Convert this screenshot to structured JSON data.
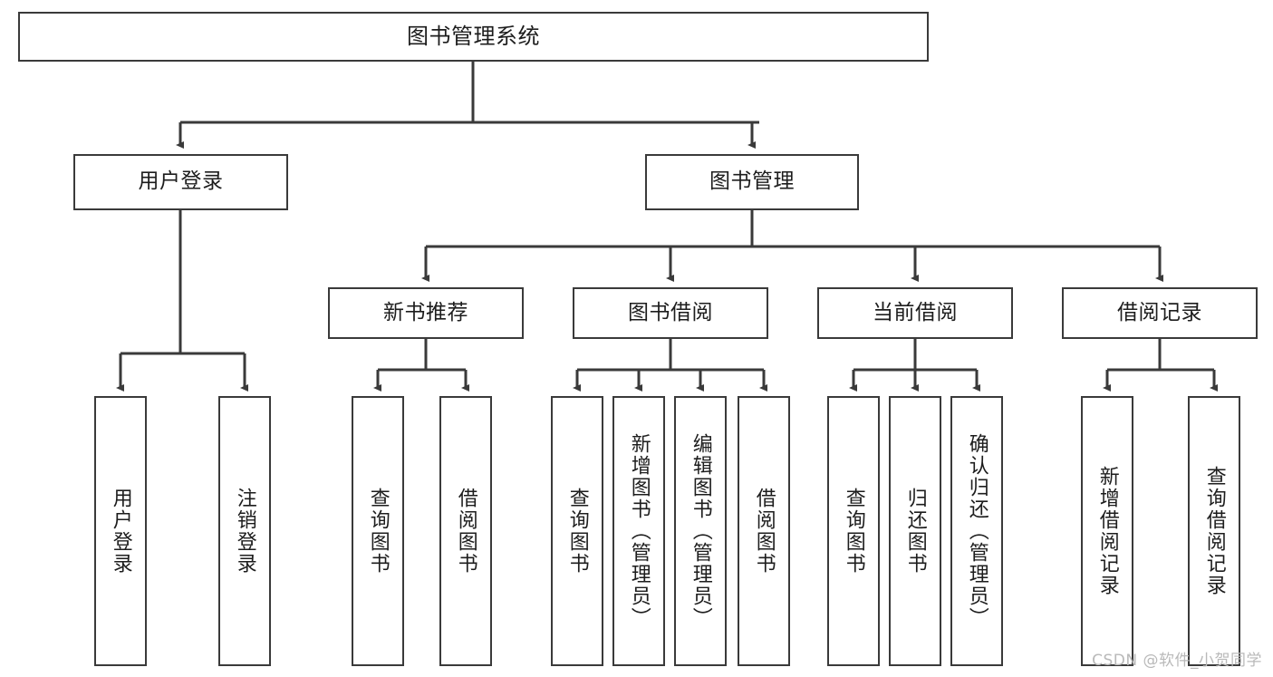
{
  "diagram": {
    "title": "图书管理系统",
    "type": "tree-hierarchy",
    "watermark": "CSDN @软件_小贺同学",
    "colors": {
      "box_border": "#3a3a3a",
      "box_fill": "#ffffff",
      "edge": "#3a3a3a",
      "text": "#1d1d1d",
      "watermark": "#b9b9b9"
    },
    "root": {
      "label": "图书管理系统"
    },
    "level2": [
      {
        "label": "用户登录"
      },
      {
        "label": "图书管理"
      }
    ],
    "level3": [
      {
        "label": "新书推荐"
      },
      {
        "label": "图书借阅"
      },
      {
        "label": "当前借阅"
      },
      {
        "label": "借阅记录"
      }
    ],
    "leaves": {
      "user_login": [
        {
          "label": "用户登录"
        },
        {
          "label": "注销登录"
        }
      ],
      "new_book_recommend": [
        {
          "label": "查询图书"
        },
        {
          "label": "借阅图书"
        }
      ],
      "book_borrow": [
        {
          "label": "查询图书"
        },
        {
          "label": "新增图书（管理员）"
        },
        {
          "label": "编辑图书（管理员）"
        },
        {
          "label": "借阅图书"
        }
      ],
      "current_borrow": [
        {
          "label": "查询图书"
        },
        {
          "label": "归还图书"
        },
        {
          "label": "确认归还（管理员）"
        }
      ],
      "borrow_record": [
        {
          "label": "新增借阅记录"
        },
        {
          "label": "查询借阅记录"
        }
      ]
    }
  }
}
